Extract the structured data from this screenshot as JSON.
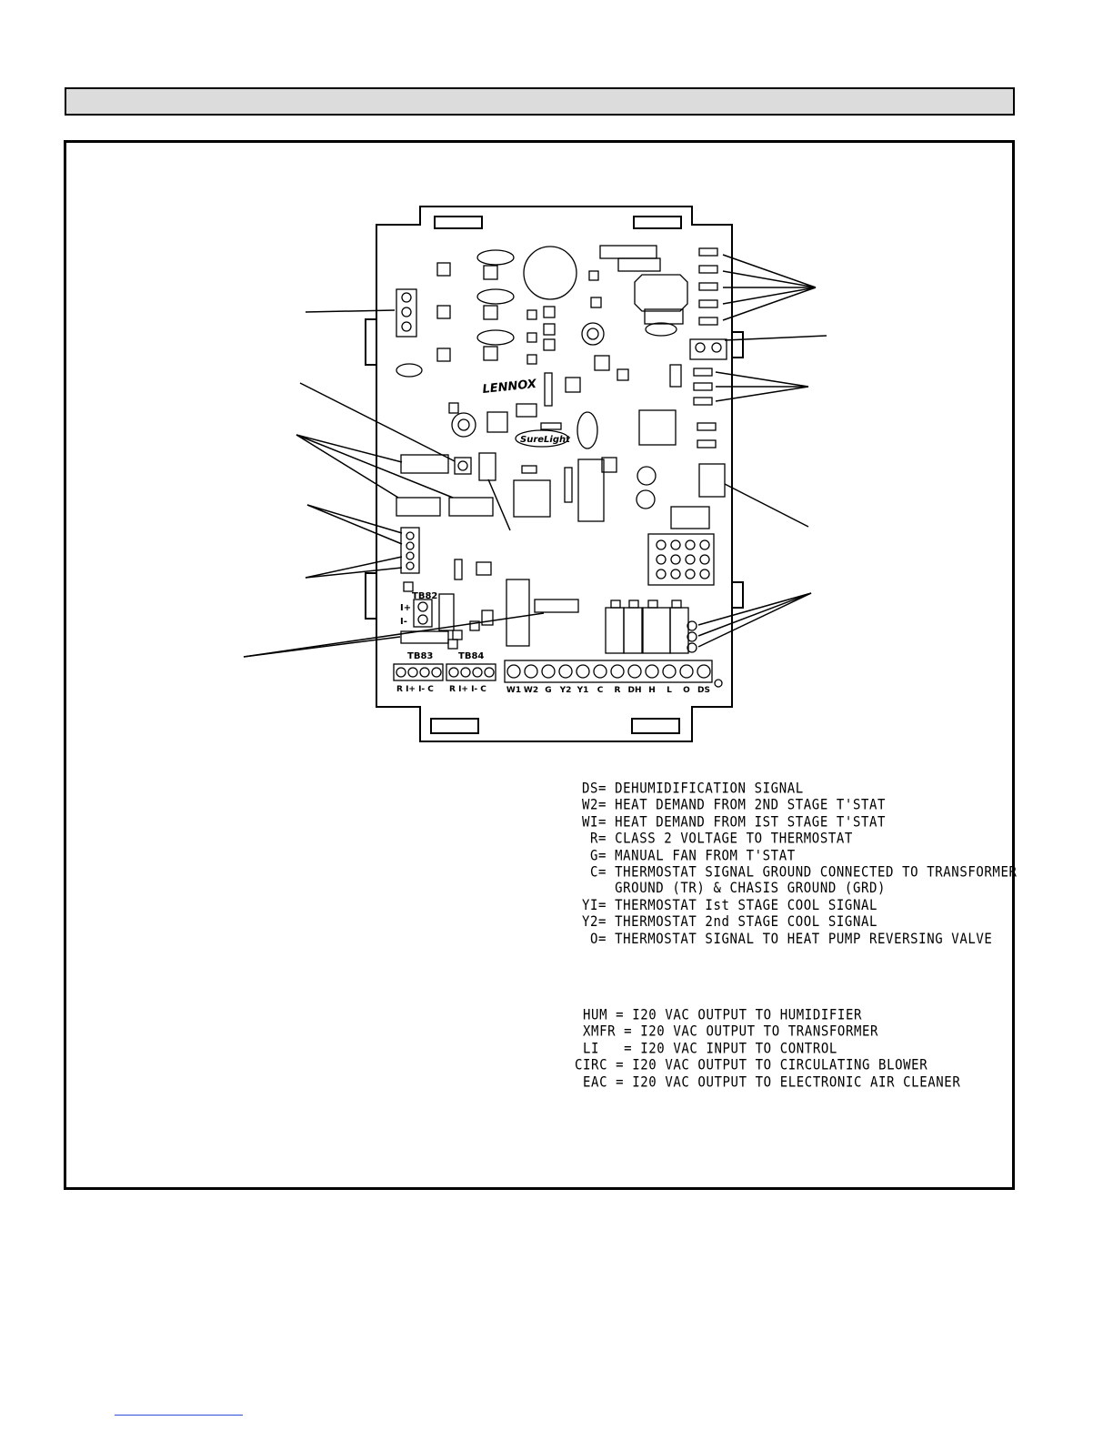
{
  "board": {
    "brand_logo": "LENNOX",
    "surelight_logo": "SureLight",
    "tb82": {
      "label": "TB82",
      "pins": [
        "I+",
        "I-"
      ]
    },
    "tb83": {
      "label": "TB83",
      "pins": "R I+ I- C"
    },
    "tb84": {
      "label": "TB84",
      "pins": "R I+ I- C"
    },
    "thermostat_terminals": [
      "W1",
      "W2",
      "G",
      "Y2",
      "Y1",
      "C",
      "R",
      "DH",
      "H",
      "L",
      "O",
      "DS"
    ]
  },
  "legend_low_voltage": [
    "DS= DEHUMIDIFICATION SIGNAL",
    "W2= HEAT DEMAND FROM 2ND STAGE T'STAT",
    "WI= HEAT DEMAND FROM IST STAGE T'STAT",
    " R= CLASS 2 VOLTAGE TO THERMOSTAT",
    " G= MANUAL FAN FROM T'STAT",
    " C= THERMOSTAT SIGNAL GROUND CONNECTED TO TRANSFORMER",
    "    GROUND (TR) & CHASIS GROUND (GRD)",
    "YI= THERMOSTAT Ist STAGE COOL SIGNAL",
    "Y2= THERMOSTAT 2nd STAGE COOL SIGNAL",
    " O= THERMOSTAT SIGNAL TO HEAT PUMP REVERSING VALVE"
  ],
  "legend_line_voltage": [
    " HUM = I20 VAC OUTPUT TO HUMIDIFIER",
    " XMFR = I20 VAC OUTPUT TO TRANSFORMER",
    " LI   = I20 VAC INPUT TO CONTROL",
    "CIRC = I20 VAC OUTPUT TO CIRCULATING BLOWER",
    " EAC = I20 VAC OUTPUT TO ELECTRONIC AIR CLEANER"
  ]
}
